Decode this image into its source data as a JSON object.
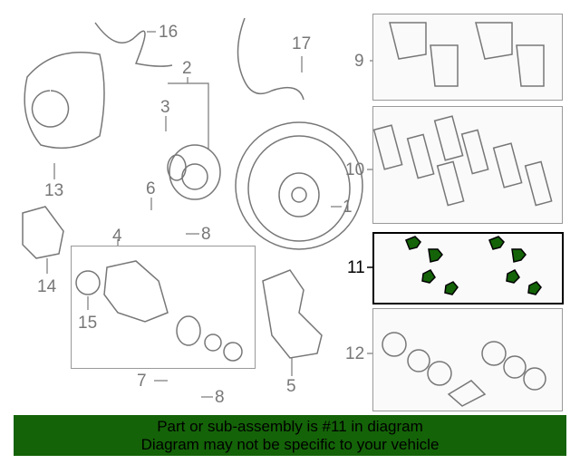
{
  "diagram": {
    "callouts": [
      "1",
      "2",
      "3",
      "4",
      "5",
      "6",
      "7",
      "8",
      "8",
      "9",
      "10",
      "11",
      "12",
      "13",
      "14",
      "15",
      "16",
      "17"
    ],
    "selected_callout": "11",
    "highlight_color": "#146308"
  },
  "banner": {
    "line1": "Part or sub-assembly is #11 in diagram",
    "line2": "Diagram may not be specific to your vehicle",
    "color": "#146308"
  }
}
